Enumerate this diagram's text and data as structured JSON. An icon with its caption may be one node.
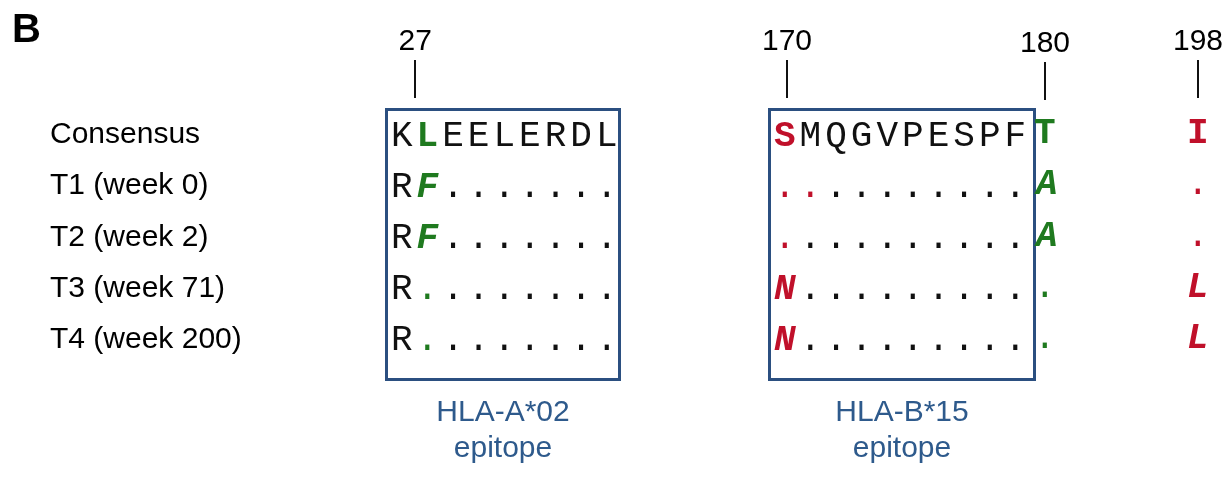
{
  "diagram": {
    "nodes": [
      {
        "text": [
          "KLEELERDL",
          "RF.......",
          "RF.......",
          "R........",
          "R........"
        ],
        "beside": [
          "HLA-A*02 epitope"
        ]
      },
      {
        "text": [
          "SMQGVPESPF",
          "..........",
          "..........",
          "N.........",
          "N........."
        ],
        "beside": [
          "HLA-B*15 epitope"
        ]
      }
    ],
    "labels": [
      "B",
      "27",
      "170",
      "180",
      "198",
      "Consensus",
      "T",
      "I",
      "T1 (week 0)",
      "A",
      ".",
      "T2 (week 2)",
      "A",
      ".",
      "T3 (week 71)",
      ".",
      "L",
      "T4 (week 200)",
      ".",
      "L"
    ]
  }
}
